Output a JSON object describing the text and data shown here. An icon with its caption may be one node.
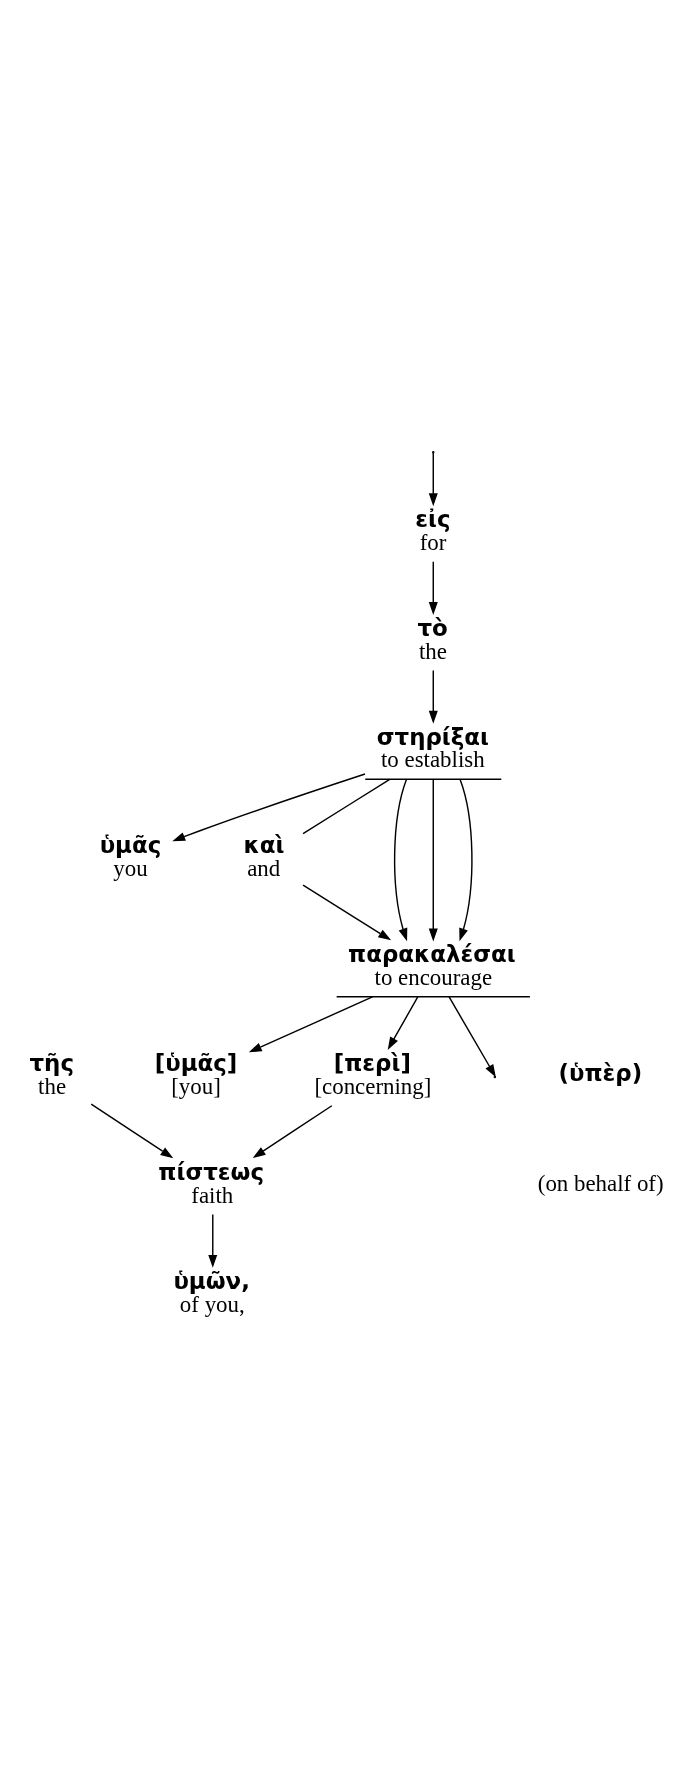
{
  "diagram": {
    "nodes": [
      {
        "text": [
          "εἰς",
          "for"
        ]
      },
      {
        "text": [
          "τὸ",
          "the"
        ]
      },
      {
        "text": [
          "στηρίξαι",
          "to establish"
        ]
      },
      {
        "text": [
          "ὑμᾶς",
          "you"
        ]
      },
      {
        "text": [
          "καὶ",
          "and"
        ]
      },
      {
        "text": [
          "παρακαλέσαι",
          "to encourage"
        ]
      },
      {
        "text": [
          "[ὑμᾶς]",
          "[you]"
        ]
      },
      {
        "text": [
          "[περὶ]",
          "[concerning]"
        ]
      },
      {
        "text": [
          "τῆς",
          "the"
        ]
      },
      {
        "text": [
          "πίστεως",
          "faith"
        ]
      },
      {
        "text": [
          "ὑμῶν,",
          "of you,"
        ]
      }
    ],
    "edges": [
      {
        "from": null,
        "to": 0,
        "arrow": "to"
      },
      {
        "from": 0,
        "to": 1,
        "arrow": "to"
      },
      {
        "from": 1,
        "to": 2,
        "arrow": "to"
      },
      {
        "from": 2,
        "to": 3,
        "arrow": "to"
      },
      {
        "from": 2,
        "to": 4,
        "arrow": "none"
      },
      {
        "from": 4,
        "to": 5,
        "arrow": "to"
      },
      {
        "from": 2,
        "to": 5,
        "arrow": "to"
      },
      {
        "from": 2,
        "to": 5,
        "arrow": "to"
      },
      {
        "from": 2,
        "to": 5,
        "arrow": "to"
      },
      {
        "from": 5,
        "to": 6,
        "arrow": "to"
      },
      {
        "from": 5,
        "to": 7,
        "arrow": "to"
      },
      {
        "from": 7,
        "to": 9,
        "arrow": "to"
      },
      {
        "from": 8,
        "to": 9,
        "arrow": "to"
      },
      {
        "from": 9,
        "to": 10,
        "arrow": "to"
      },
      {
        "from": 5,
        "to": null,
        "arrow": "to"
      }
    ],
    "labels": [
      "(ὑπὲρ)",
      "(on behalf of)"
    ]
  }
}
